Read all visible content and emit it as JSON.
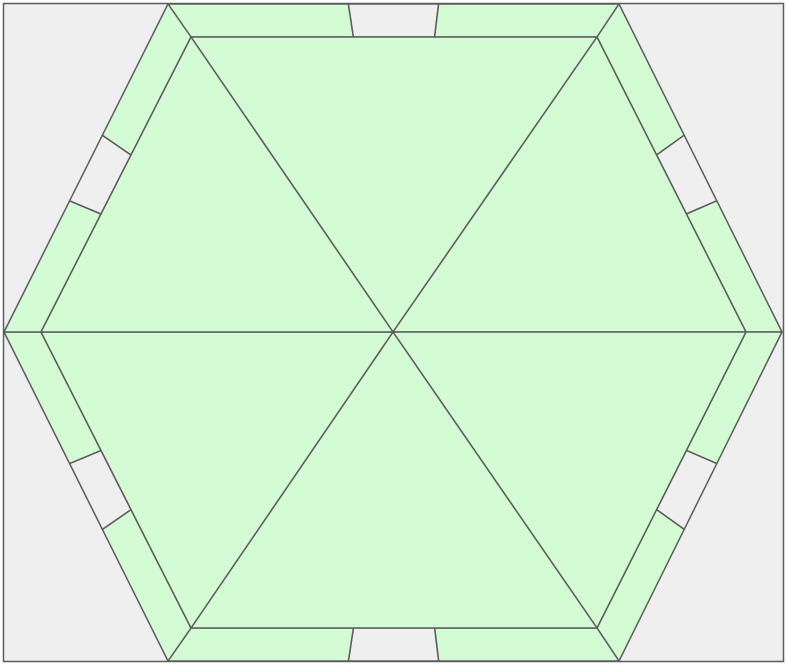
{
  "diagram": {
    "kind": "hexagonal-board",
    "outer_shape": "hexagon",
    "inner_shape": "hexagon",
    "center_triangles": 6,
    "border_segments_per_edge": 2,
    "border_gap_per_edge": 1,
    "colors": {
      "background": "#efefef",
      "fill": "#d4fcd4",
      "stroke": "#5c5c5c",
      "gap": "#efefef"
    }
  }
}
